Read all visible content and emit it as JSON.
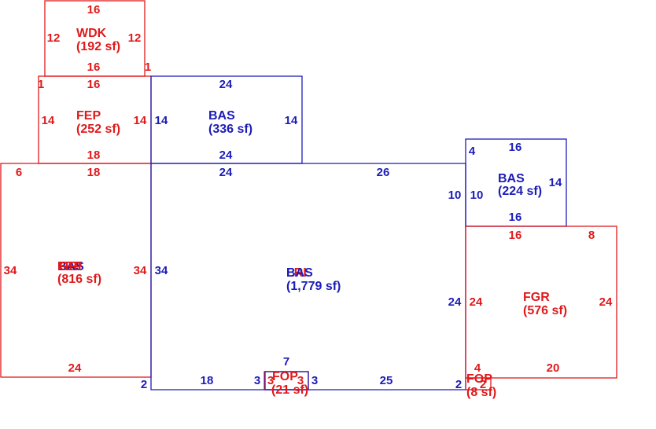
{
  "colors": {
    "red": "#e0191b",
    "blue": "#1c1cb8"
  },
  "areas": {
    "wdk": {
      "name": "WDK",
      "area": "(192 sf)"
    },
    "fep": {
      "name": "FEP",
      "area": "(252 sf)"
    },
    "bas_top": {
      "name": "BAS",
      "area": "(336 sf)"
    },
    "left_name_a": "BAS",
    "left_name_b": "FEP",
    "left_name_c": "GRI",
    "left_area": "(816 sf)",
    "main_name_a": "BAS",
    "main_name_b": "LRI",
    "main_area": "(1,779 sf)",
    "bas_right": {
      "name": "BAS",
      "area": "(224 sf)"
    },
    "fgr": {
      "name": "FGR",
      "area": "(576 sf)"
    },
    "fop_bottom": {
      "name": "FOP",
      "area": "(21 sf)"
    },
    "fop_right": {
      "name": "FOP",
      "area": "(8 sf)"
    }
  },
  "dims": {
    "wdk_top": "16",
    "wdk_left": "12",
    "wdk_right": "12",
    "wdk_bottom": "16",
    "wdk_corner": "1",
    "fep_corner": "1",
    "fep_top": "16",
    "fep_left": "14",
    "fep_right": "14",
    "fep_bottom": "18",
    "bas_top_top": "24",
    "bas_top_left": "14",
    "bas_top_right": "14",
    "bas_top_bottom": "24",
    "left_corner": "6",
    "left_top": "18",
    "left_left": "34",
    "left_right": "34",
    "left_bottom": "24",
    "main_top_a": "24",
    "main_top_b": "26",
    "main_left": "34",
    "main_right_upper": "10",
    "main_right_lower": "24",
    "main_bottom_corner": "2",
    "main_bottom_a": "18",
    "main_bottom_b": "3",
    "main_bottom_c": "25",
    "main_bottom_right_corner": "2",
    "fop_top": "7",
    "fop_left": "3",
    "fop_right": "3",
    "basr_corner": "4",
    "basr_top": "16",
    "basr_left": "10",
    "basr_right": "14",
    "basr_bottom": "16",
    "fgr_top_a": "16",
    "fgr_top_b": "8",
    "fgr_left": "24",
    "fgr_right": "24",
    "fgr_bottom": "20",
    "fgr_corner": "4",
    "fopr_dim": "2"
  }
}
